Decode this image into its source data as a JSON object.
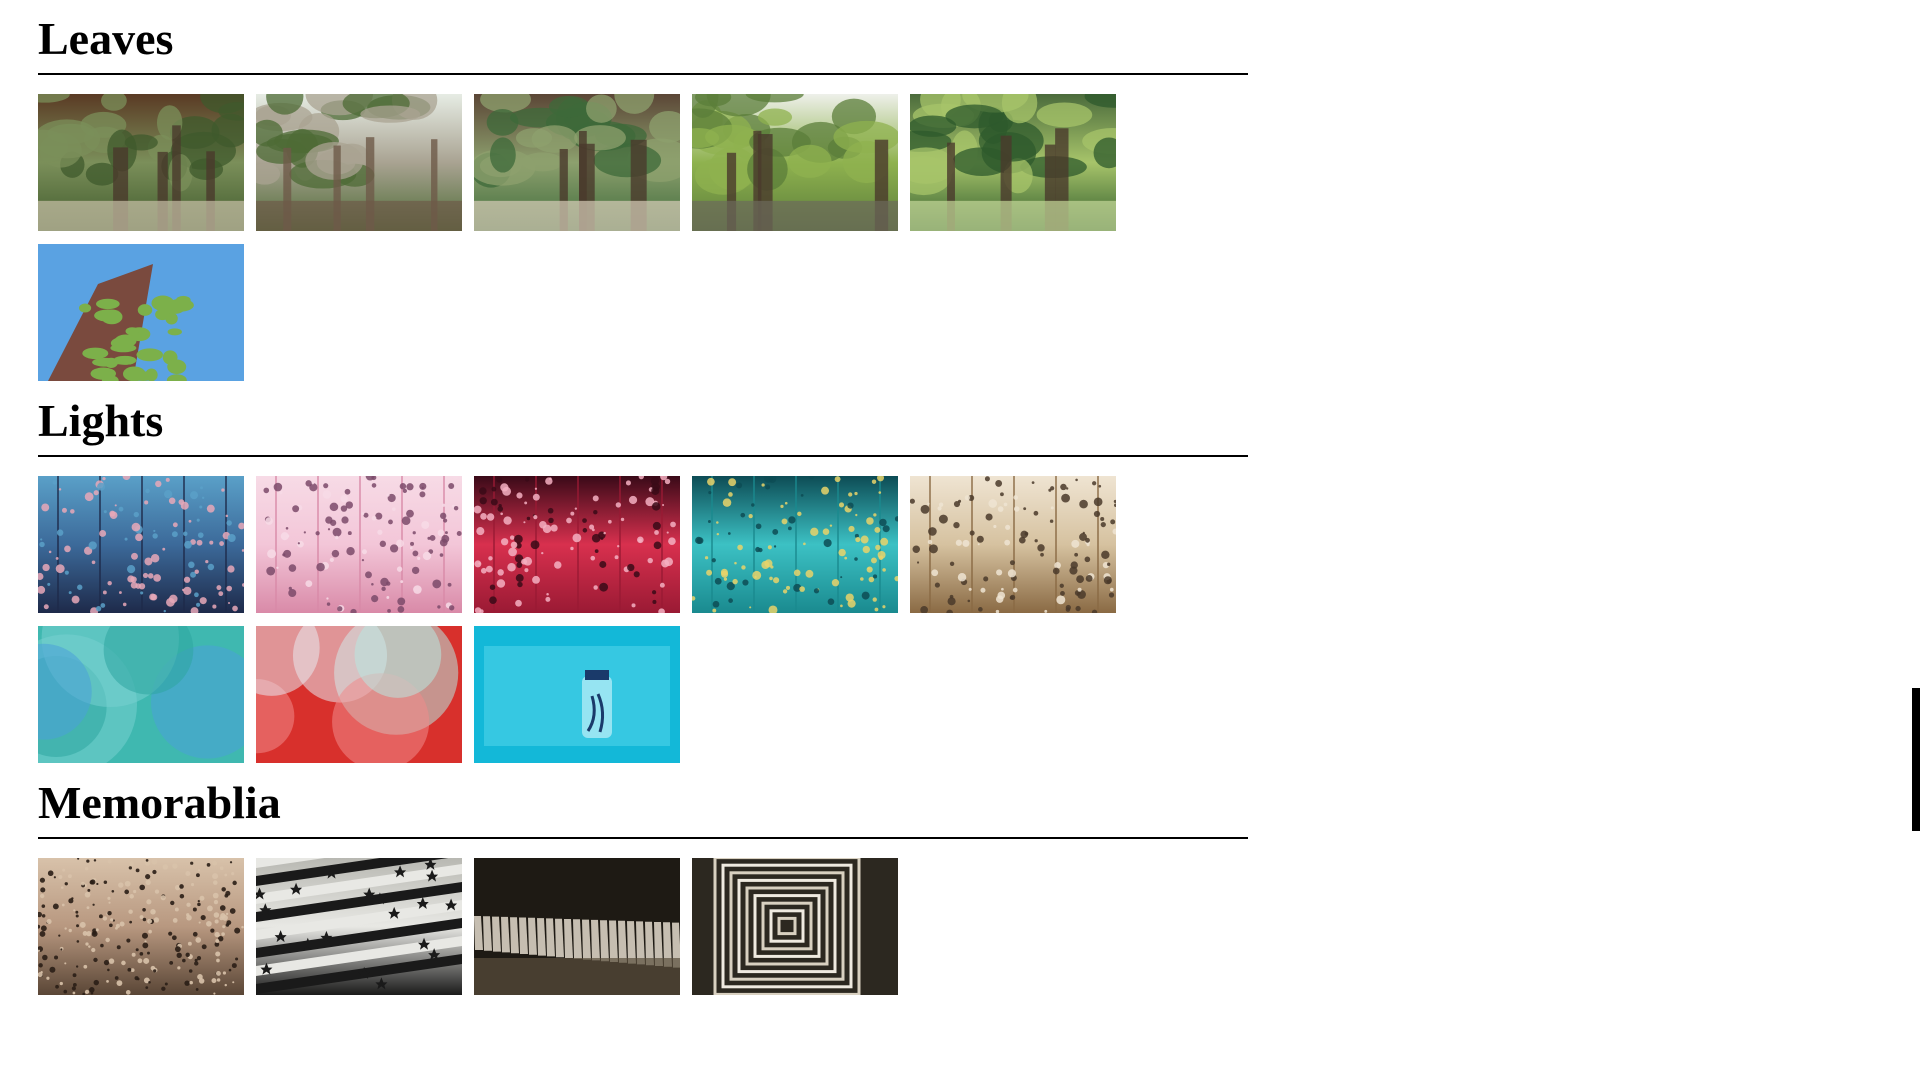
{
  "sections": [
    {
      "title": "Leaves",
      "photos": [
        {
          "name": "forest-roots-photo",
          "scene": "forest",
          "colors": [
            "#3f5a2c",
            "#7b8f5a",
            "#c9c0a8",
            "#5a3a24"
          ]
        },
        {
          "name": "rocky-slope-photo",
          "scene": "forest",
          "colors": [
            "#4d6b35",
            "#a9a392",
            "#6e5a48",
            "#e6ece4"
          ]
        },
        {
          "name": "tree-avenue-photo",
          "scene": "forest",
          "colors": [
            "#3d6a3a",
            "#8da06e",
            "#d8cdb9",
            "#5b4636"
          ]
        },
        {
          "name": "stone-wall-garden-photo",
          "scene": "garden",
          "colors": [
            "#5b7d3a",
            "#8fb24f",
            "#6c6a5b",
            "#eef0ea"
          ]
        },
        {
          "name": "trimmed-hedges-photo",
          "scene": "garden",
          "colors": [
            "#2e5a2c",
            "#a7c46a",
            "#c6d89a",
            "#4b6b3c"
          ]
        },
        {
          "name": "ivy-tower-photo",
          "scene": "sky",
          "colors": [
            "#5aa2e2",
            "#8fc3ee",
            "#7cb04a",
            "#7a4a3e"
          ]
        }
      ]
    },
    {
      "title": "Lights",
      "photos": [
        {
          "name": "mirror-room-blue-lights-photo",
          "scene": "lights",
          "colors": [
            "#1e2a4a",
            "#3c6a9a",
            "#e8a8b8",
            "#5aa0c8"
          ]
        },
        {
          "name": "pink-light-tunnel-photo",
          "scene": "lights",
          "colors": [
            "#d98aa8",
            "#f3c6d8",
            "#7b4a6a",
            "#f7dbe6"
          ]
        },
        {
          "name": "red-light-room-photo",
          "scene": "lights",
          "colors": [
            "#9a1a34",
            "#d8304e",
            "#f5b0c2",
            "#3a0a18"
          ]
        },
        {
          "name": "teal-light-room-photo",
          "scene": "lights",
          "colors": [
            "#1a8a8f",
            "#3cc1c4",
            "#e9d36a",
            "#0d4c55"
          ]
        },
        {
          "name": "amber-lattice-room-photo",
          "scene": "lights",
          "colors": [
            "#8a6a44",
            "#d6c2a0",
            "#4a3a2a",
            "#efe4d2"
          ]
        },
        {
          "name": "teal-balloons-photo",
          "scene": "soft",
          "colors": [
            "#3fb8b0",
            "#77d0cf",
            "#4ba0d8",
            "#2ea6a0"
          ]
        },
        {
          "name": "red-balloons-photo",
          "scene": "soft",
          "colors": [
            "#d8302c",
            "#f08a8a",
            "#b8e8e0",
            "#e8e8ee"
          ]
        },
        {
          "name": "jar-aquarium-photo",
          "scene": "aqua",
          "colors": [
            "#13b8d8",
            "#4fd2ea",
            "#1a3a6a",
            "#bff0fa"
          ]
        }
      ]
    },
    {
      "title": "Memorablia",
      "photos": [
        {
          "name": "pin-field-photo",
          "scene": "texture",
          "colors": [
            "#5a4636",
            "#b89880",
            "#2a1e16",
            "#d8c2aa"
          ]
        },
        {
          "name": "star-staircase-photo",
          "scene": "stairs",
          "colors": [
            "#1a1a1a",
            "#e8e8e4",
            "#6a6a66",
            "#b8b8b2"
          ]
        },
        {
          "name": "piano-keys-photo",
          "scene": "piano",
          "colors": [
            "#1e1a14",
            "#e4dccc",
            "#5a4e3c",
            "#9a8c72"
          ]
        },
        {
          "name": "spiral-stairwell-photo",
          "scene": "stairwell",
          "colors": [
            "#2c2820",
            "#d8d0c0",
            "#7a705e",
            "#efeae0"
          ]
        }
      ]
    }
  ]
}
